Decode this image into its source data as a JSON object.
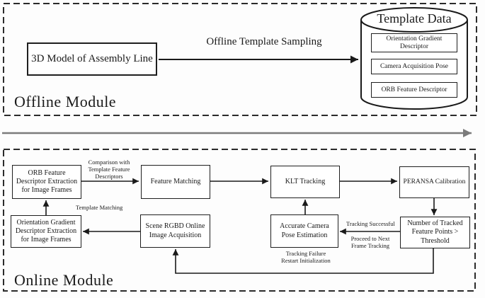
{
  "offline": {
    "module_label": "Offline Module",
    "model_box": "3D Model of Assembly Line",
    "arrow_label": "Offline Template Sampling",
    "database": {
      "title": "Template Data",
      "items": [
        "Orientation Gradient Descriptor",
        "Camera Acquisition Pose",
        "ORB Feature Descriptor"
      ]
    }
  },
  "online": {
    "module_label": "Online Module",
    "boxes": {
      "orb_extraction": "ORB Feature Descriptor Extraction for Image Frames",
      "feature_matching": "Feature Matching",
      "klt_tracking": "KLT Tracking",
      "peransa_calibration": "PERANSA Calibration",
      "tracked_points": "Number of Tracked Feature Points > Threshold",
      "camera_pose": "Accurate Camera Pose Estimation",
      "scene_rgbd": "Scene RGBD Online Image Acquisition",
      "orientation_extraction": "Orientation Gradient Descriptor Extraction for Image Frames"
    },
    "edge_labels": {
      "comparison": "Comparison with Template Feature Descriptors",
      "template_matching": "Template Matching",
      "tracking_successful": "Tracking Successful",
      "proceed_next": "Proceed to Next Frame Tracking",
      "tracking_failure": "Tracking Failure Restart Initialization"
    }
  },
  "colors": {
    "ink": "#1a1a1a",
    "divider_arrow": "#7b7b7b",
    "background": "#fdfdfd"
  }
}
